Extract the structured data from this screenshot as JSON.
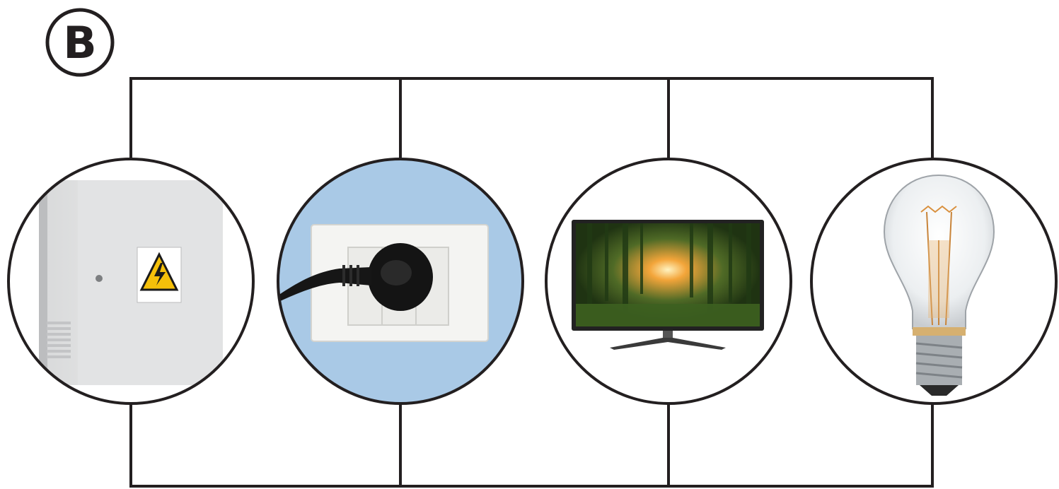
{
  "diagram": {
    "label": "B",
    "nodes": [
      {
        "id": "breaker-box",
        "icon": "electrical-panel-icon"
      },
      {
        "id": "wall-outlet",
        "icon": "wall-socket-plug-icon"
      },
      {
        "id": "television",
        "icon": "tv-icon"
      },
      {
        "id": "light-bulb",
        "icon": "light-bulb-icon"
      }
    ]
  }
}
